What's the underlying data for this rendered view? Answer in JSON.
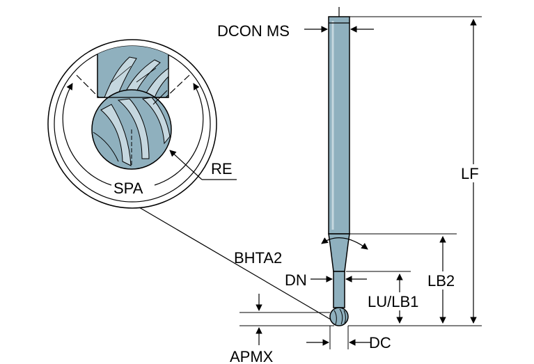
{
  "labels": {
    "dcon_ms": "DCON MS",
    "re": "RE",
    "spa": "SPA",
    "lf": "LF",
    "bhta2": "BHTA2",
    "dn": "DN",
    "lb2": "LB2",
    "lu_lb1": "LU/LB1",
    "dc": "DC",
    "apmx": "APMX"
  },
  "colors": {
    "tool_fill": "#8fb0be",
    "tool_dark": "#5f808d",
    "tool_light": "#c5d7df",
    "line": "#000000",
    "background": "#ffffff"
  }
}
